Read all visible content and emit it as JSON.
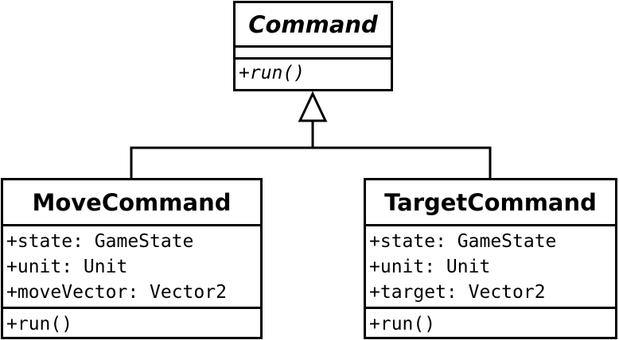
{
  "diagram": {
    "classes": {
      "command": {
        "name": "Command",
        "attributes": [],
        "operations": [
          "+run()"
        ]
      },
      "move_command": {
        "name": "MoveCommand",
        "attributes": [
          "+state: GameState",
          "+unit: Unit",
          "+moveVector: Vector2"
        ],
        "operations": [
          "+run()"
        ]
      },
      "target_command": {
        "name": "TargetCommand",
        "attributes": [
          "+state: GameState",
          "+unit: Unit",
          "+target: Vector2"
        ],
        "operations": [
          "+run()"
        ]
      }
    },
    "relationships": [
      {
        "type": "generalization",
        "from": "MoveCommand",
        "to": "Command"
      },
      {
        "type": "generalization",
        "from": "TargetCommand",
        "to": "Command"
      }
    ]
  }
}
